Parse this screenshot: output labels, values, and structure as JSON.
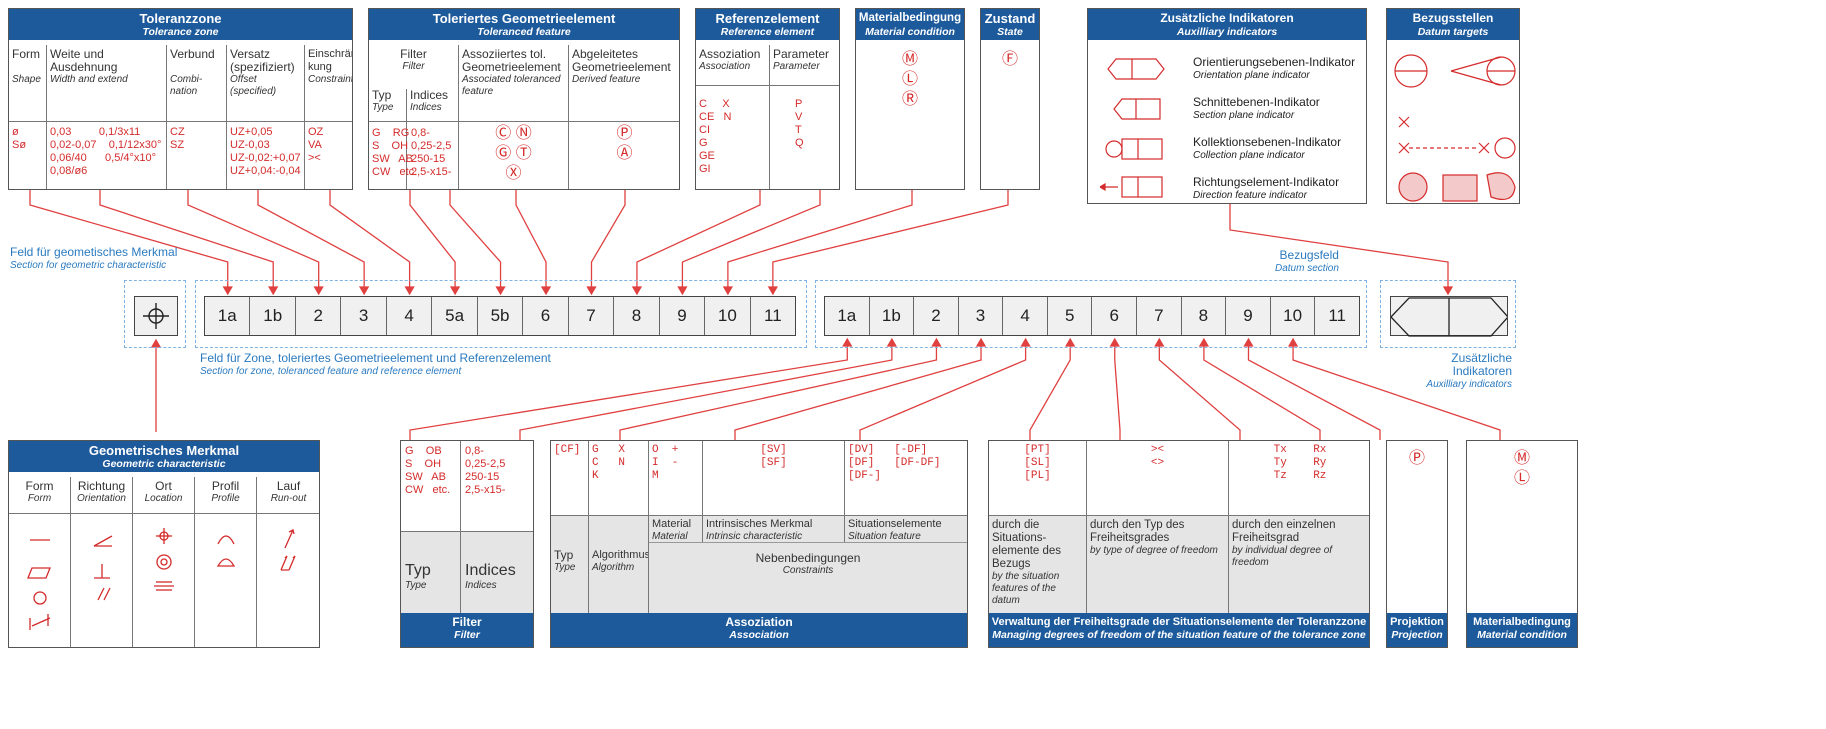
{
  "toleranzzone": {
    "title": "Toleranzzone",
    "title_en": "Tolerance zone",
    "cols": [
      {
        "h": "Form",
        "e": "Shape",
        "v": "ø\nSø"
      },
      {
        "h": "Weite und Ausdehnung",
        "e": "Width and extend",
        "v": "0,03         0,1/3x11\n0,02-0,07    0,1/12x30°\n0,06/40      0,5/4°x10°\n0,08/ø6"
      },
      {
        "h": "Verbund",
        "e": "Combi-nation",
        "v": "CZ\nSZ"
      },
      {
        "h": "Versatz (spezifiziert)",
        "e": "Offset (specified)",
        "v": "UZ+0,05\nUZ-0,03\nUZ-0,02:+0,07\nUZ+0,04:-0,04"
      },
      {
        "h": "Einschrän-kung",
        "e": "Constraint",
        "v": "OZ\nVA\n><"
      }
    ]
  },
  "toleriertes": {
    "title": "Toleriertes Geometrieelement",
    "title_en": "Toleranced feature",
    "cols": [
      {
        "h": "Filter",
        "e": "Filter"
      },
      {
        "h": "Assoziiertes tol. Geometrieelement",
        "e": "Associated toleranced feature",
        "v": "Ⓒ Ⓝ\nⒼ Ⓣ\nⓍ"
      },
      {
        "h": "Abgeleitetes Geometrieelement",
        "e": "Derived feature",
        "v": "Ⓟ\nⒶ"
      }
    ],
    "typ": "Typ",
    "typ_e": "Type",
    "idx": "Indices",
    "idx_e": "Indices",
    "typ_v": "G    RG\nS    OH\nSW   AB\nCW   etc.",
    "idx_v": "0,8-\n0,25-2,5\n250-15\n2,5-x15-"
  },
  "referenz": {
    "title": "Referenzelement",
    "title_en": "Reference element",
    "cols": [
      {
        "h": "Assoziation",
        "e": "Association",
        "v": "C     X\nCE   N\nCI\nG\nGE\nGI"
      },
      {
        "h": "Parameter",
        "e": "Parameter",
        "v": "P\nV\nT\nQ"
      }
    ]
  },
  "material_top": {
    "title": "Materialbedingung",
    "title_en": "Material condition",
    "v": "Ⓜ\nⓁ\nⓇ"
  },
  "zustand": {
    "title": "Zustand",
    "title_en": "State",
    "v": "Ⓕ"
  },
  "zusaetzliche": {
    "title": "Zusätzliche Indikatoren",
    "title_en": "Auxilliary indicators",
    "items": [
      {
        "de": "Orientierungsebenen-Indikator",
        "en": "Orientation plane indicator"
      },
      {
        "de": "Schnittebenen-Indikator",
        "en": "Section plane indicator"
      },
      {
        "de": "Kollektionsebenen-Indikator",
        "en": "Collection plane indicator"
      },
      {
        "de": "Richtungselement-Indikator",
        "en": "Direction feature indicator"
      }
    ]
  },
  "bezugsstellen": {
    "title": "Bezugsstellen",
    "title_en": "Datum targets"
  },
  "labels": {
    "geo_de": "Feld für geometisches Merkmal",
    "geo_en": "Section for geometric characteristic",
    "zone_de": "Feld für Zone, toleriertes Geometrieelement und Referenzelement",
    "zone_en": "Section for zone, toleranced feature and reference element",
    "bez_de": "Bezugsfeld",
    "bez_en": "Datum section",
    "aux_de": "Zusätzliche Indikatoren",
    "aux_en": "Auxilliary indicators"
  },
  "chain1": [
    "1a",
    "1b",
    "2",
    "3",
    "4",
    "5a",
    "5b",
    "6",
    "7",
    "8",
    "9",
    "10",
    "11"
  ],
  "chain2": [
    "1a",
    "1b",
    "2",
    "3",
    "4",
    "5",
    "6",
    "7",
    "8",
    "9",
    "10",
    "11"
  ],
  "geometrisch": {
    "title": "Geometrisches Merkmal",
    "title_en": "Geometric characteristic",
    "cols": [
      {
        "h": "Form",
        "e": "Form"
      },
      {
        "h": "Richtung",
        "e": "Orientation"
      },
      {
        "h": "Ort",
        "e": "Location"
      },
      {
        "h": "Profil",
        "e": "Profile"
      },
      {
        "h": "Lauf",
        "e": "Run-out"
      }
    ]
  },
  "filter_b": {
    "title": "Filter",
    "title_en": "Filter",
    "typ": "Typ",
    "typ_e": "Type",
    "idx": "Indices",
    "idx_e": "Indices",
    "typ_v": "G    OB\nS    OH\nSW   AB\nCW   etc.",
    "idx_v": "0,8-\n0,25-2,5\n250-15\n2,5-x15-"
  },
  "assoziation": {
    "title": "Assoziation",
    "title_en": "Association",
    "r_cf": "[CF]",
    "r_alg": "G   X\nC   N\nK",
    "r_mat": "O  +\nI  -\nM",
    "r_sv": "[SV]\n[SF]",
    "r_dv": "[DV]   [-DF]\n[DF]   [DF-DF]\n[DF-]",
    "typ": "Typ",
    "typ_e": "Type",
    "alg": "Algorithmus",
    "alg_e": "Algorithm",
    "mat": "Material",
    "mat_e": "Material",
    "intr": "Intrinsisches Merkmal",
    "intr_e": "Intrinsic characteristic",
    "sit": "Situationselemente",
    "sit_e": "Situation feature",
    "neb": "Nebenbedingungen",
    "neb_e": "Constraints"
  },
  "verwaltung": {
    "title": "Verwaltung der Freiheitsgrade der Situationselemente der Toleranzzone",
    "title_en": "Managing degrees of freedom of the situation feature of the tolerance zone",
    "c1_v": "[PT]\n[SL]\n[PL]",
    "c2_v": "><\n<>",
    "c3_v": "Tx    Rx\nTy    Ry\nTz    Rz",
    "c1": "durch die Situations-elemente des Bezugs",
    "c1_e": "by the situation features of the datum",
    "c2": "durch den Typ des Freiheitsgrades",
    "c2_e": "by type of degree of freedom",
    "c3": "durch den einzelnen Freiheitsgrad",
    "c3_e": "by individual degree of freedom"
  },
  "projektion": {
    "title": "Projektion",
    "title_en": "Projection",
    "v": "Ⓟ"
  },
  "material_bot": {
    "title": "Materialbedingung",
    "title_en": "Material condition",
    "v": "Ⓜ\nⓁ"
  }
}
